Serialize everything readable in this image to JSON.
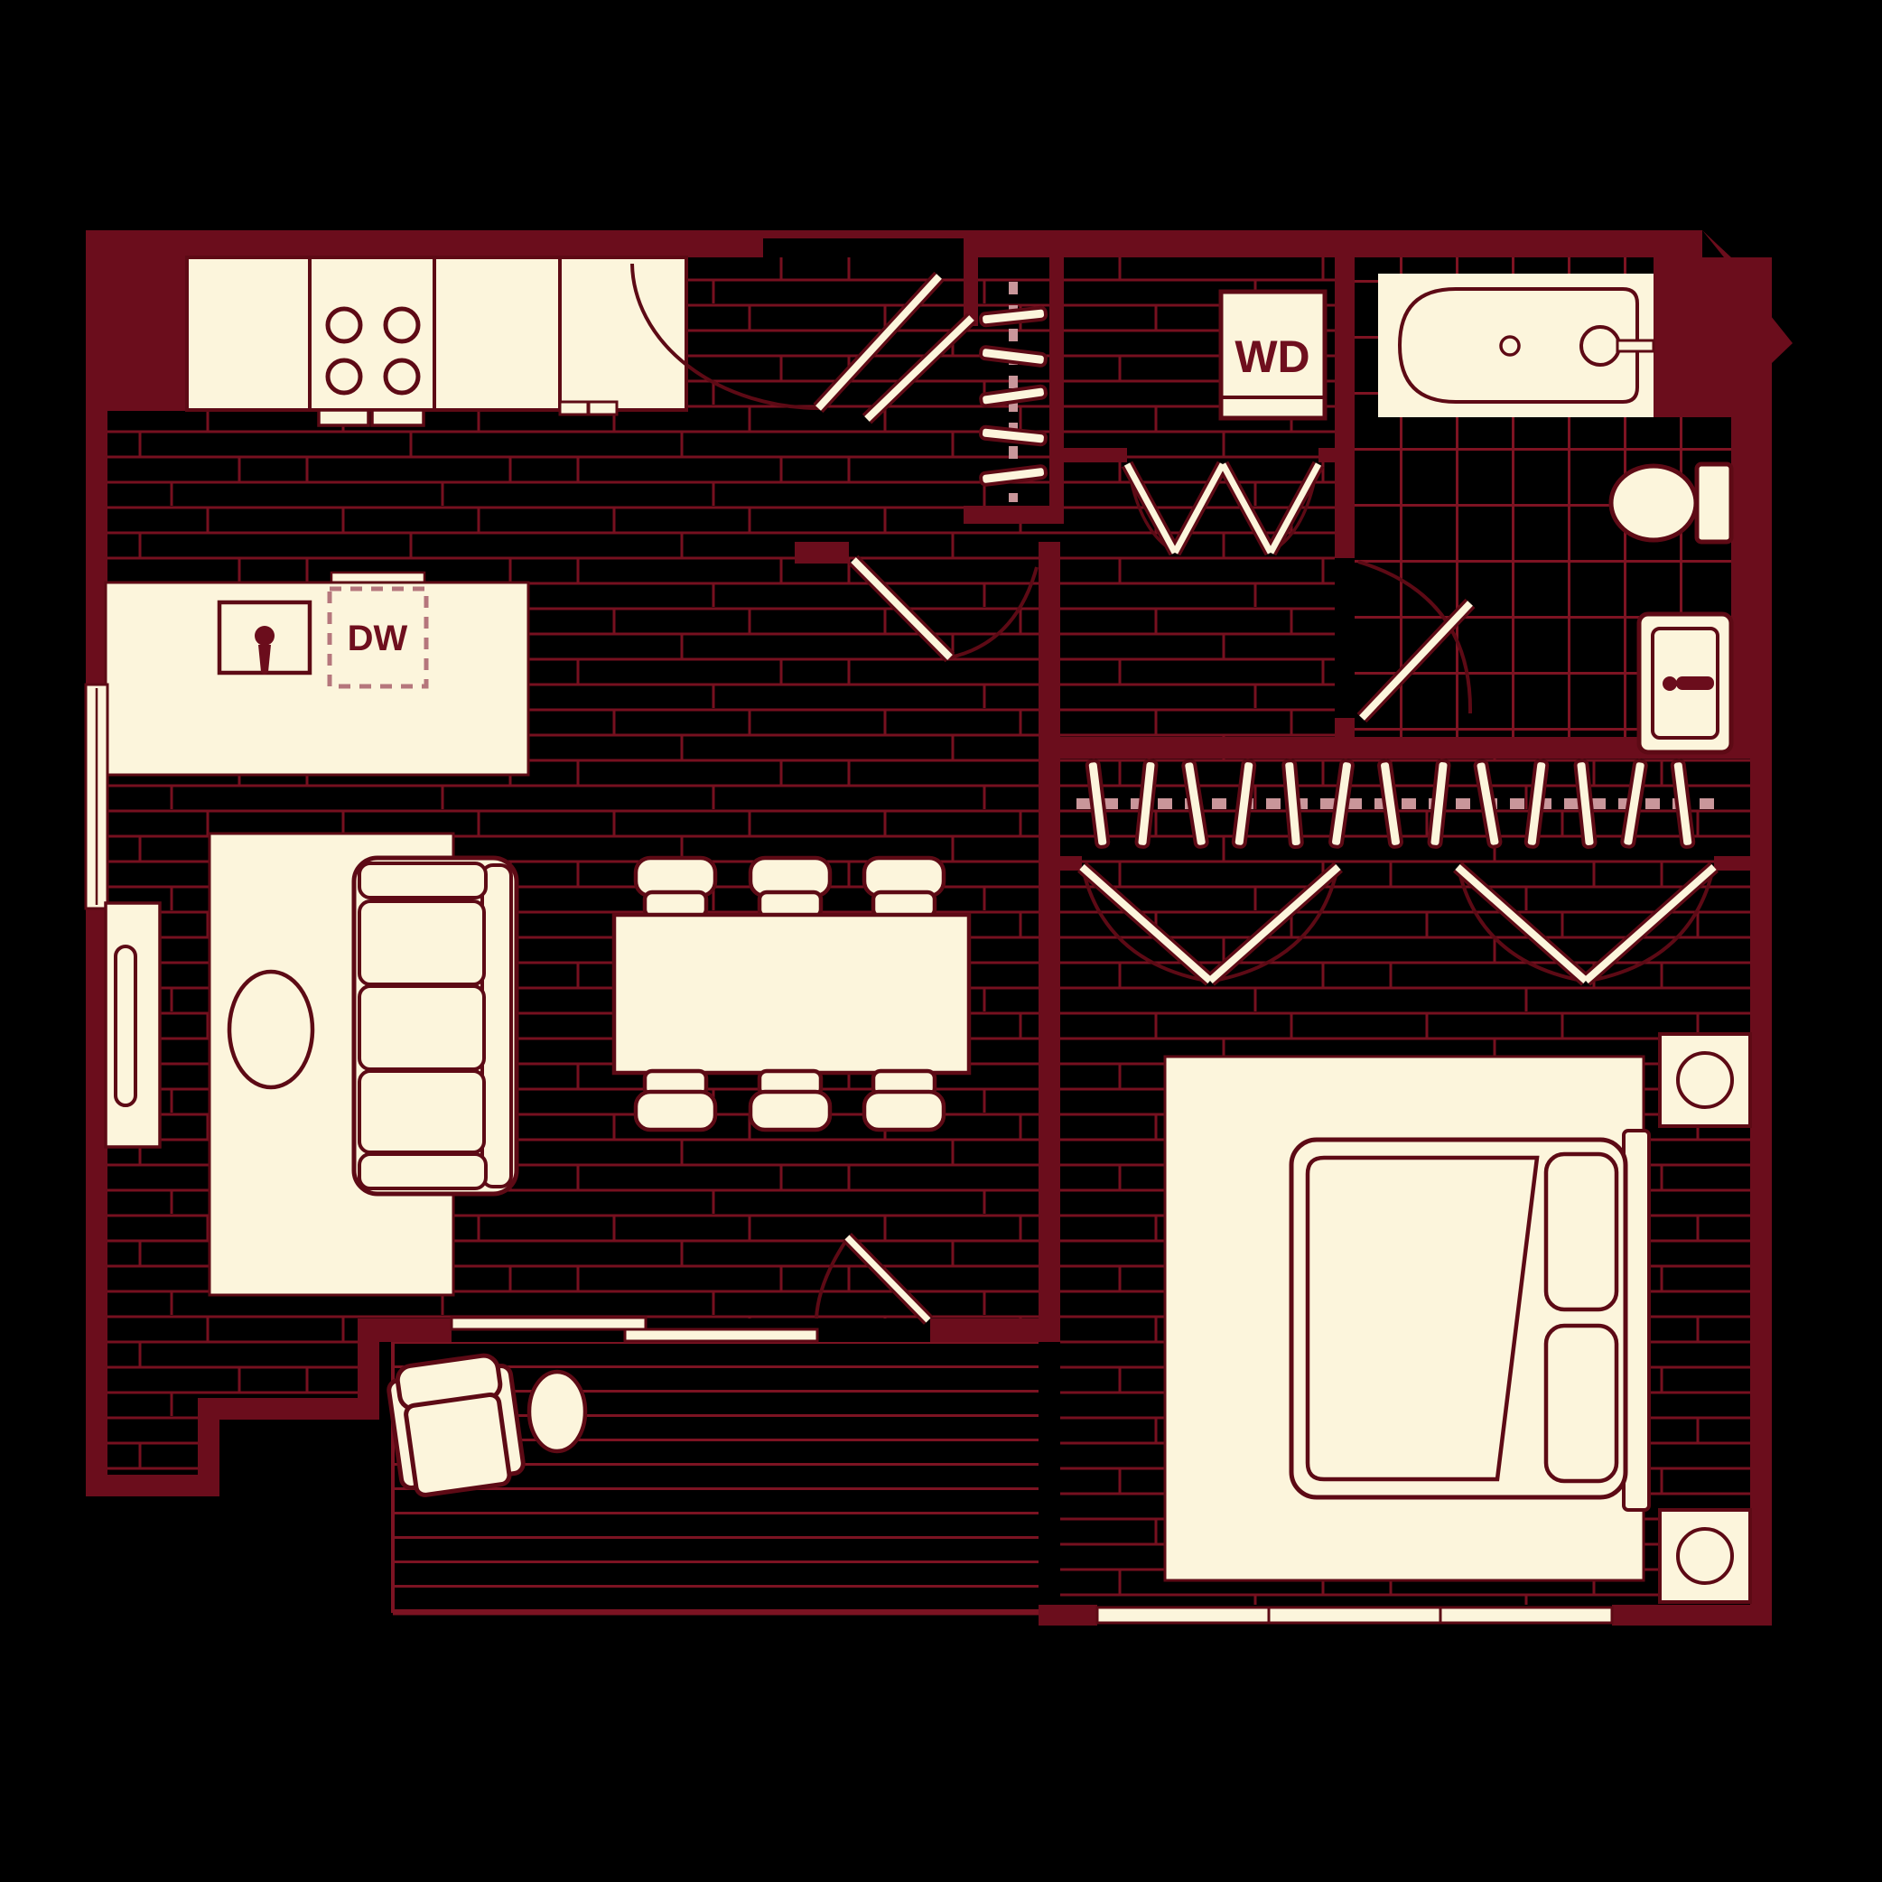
{
  "plan": {
    "labels": {
      "washer_dryer": "WD",
      "dishwasher": "DW"
    },
    "colors": {
      "background": "#000000",
      "wall": "#6b0d1c",
      "floor_seam": "#76101f",
      "tile_seam": "#7e1322",
      "deck_seam": "#7c1322",
      "fixture_fill": "#fcf5dc",
      "fixture_outline": "#5d0a15",
      "closet_rod_dash": "#c9969a",
      "dishwasher_dash": "#b5767c"
    },
    "rooms": [
      "kitchen",
      "living-dining",
      "entry",
      "hall",
      "bathroom",
      "bedroom",
      "bedroom-closet",
      "coat-closet",
      "wd-closet",
      "balcony"
    ],
    "furniture_icons": [
      "stove-burners",
      "kitchen-sink",
      "dishwasher",
      "refrigerator-block",
      "kitchen-island",
      "dining-table",
      "dining-chair",
      "sofa",
      "coffee-table",
      "tv-console",
      "area-rug",
      "bed",
      "pillow",
      "headboard",
      "nightstand",
      "lamp",
      "bathtub",
      "toilet",
      "vanity-sink",
      "hanger",
      "closet-rod",
      "bifold-door",
      "swing-door",
      "sliding-door",
      "window",
      "patio-armchair",
      "patio-side-table"
    ]
  }
}
